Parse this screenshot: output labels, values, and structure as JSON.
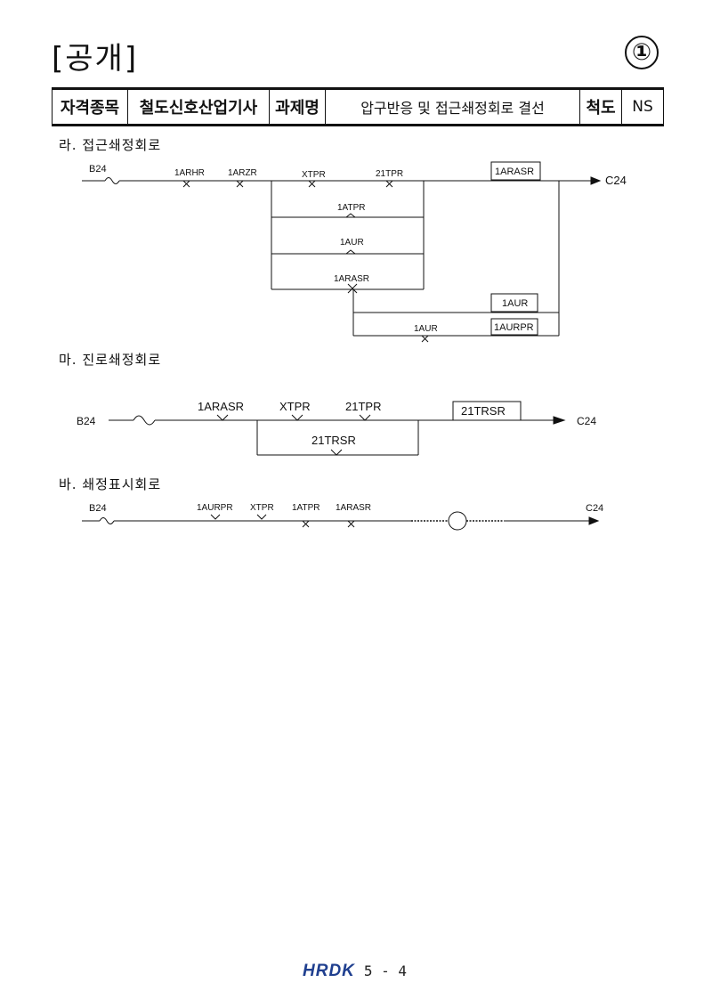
{
  "header": {
    "title": "[공개]",
    "number": "①"
  },
  "info_table": {
    "qualification_label": "자격종목",
    "qualification_value": "철도신호산업기사",
    "task_label": "과제명",
    "task_value": "압구반응 및 접근쇄정회로 결선",
    "scale_label": "척도",
    "scale_value": "NS"
  },
  "sections": {
    "approach": {
      "title": "라. 접근쇄정회로",
      "source": "B24",
      "sink": "C24",
      "main_contacts": [
        "1ARHR",
        "1ARZR",
        "XTPR",
        "21TPR"
      ],
      "parallel_contacts": [
        "1ATPR",
        "1AUR",
        "1ARASR"
      ],
      "relay_main": "1ARASR",
      "relay_1aur": "1AUR",
      "relay_1aurpr": "1AURPR",
      "lower_contact": "1AUR"
    },
    "route": {
      "title": "마. 진로쇄정회로",
      "source": "B24",
      "sink": "C24",
      "contacts": [
        "1ARASR",
        "XTPR",
        "21TPR"
      ],
      "parallel_contact": "21TRSR",
      "relay": "21TRSR"
    },
    "indication": {
      "title": "바. 쇄정표시회로",
      "source": "B24",
      "sink": "C24",
      "contacts": [
        "1AURPR",
        "XTPR",
        "1ATPR",
        "1ARASR"
      ]
    }
  },
  "footer": {
    "logo": "HRDK",
    "page": "5 - 4"
  }
}
